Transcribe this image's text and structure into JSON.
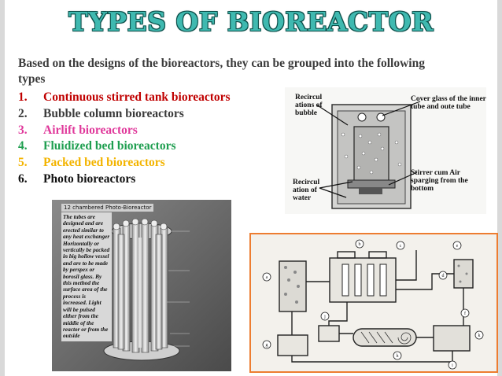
{
  "title": "TYPES OF BIOREACTOR",
  "intro": "Based on the designs of the bioreactors, they can be grouped into the following types",
  "types": [
    {
      "num": "1.",
      "label": "Continuous stirred tank bioreactors",
      "color": "#c00000"
    },
    {
      "num": "2.",
      "label": "Bubble column bioreactors",
      "color": "#3b3b3b"
    },
    {
      "num": "3.",
      "label": "Airlift bioreactors",
      "color": "#e0399b"
    },
    {
      "num": "4.",
      "label": "Fluidized bed bioreactors",
      "color": "#1e9e4f"
    },
    {
      "num": "5.",
      "label": "Packed bed bioreactors",
      "color": "#f3b400"
    },
    {
      "num": "6.",
      "label": "Photo bioreactors",
      "color": "#111111"
    }
  ],
  "figure_airlift": {
    "label_recirc_bubble": "Recircul ations of bubble",
    "label_cover_glass": "Cover glass of the inner tube and oute tube",
    "label_recirc_water": "Recircul ation of water",
    "label_stirrer": "Stirrer cum Air sparging from the bottom"
  },
  "figure_photo": {
    "title": "12 chambered Photo-Bioreactor",
    "description": "The tubes are designed and are erected similar to any heat exchanger Horizontally or vertically be packed in big hollow vessel and are to be made by perspex or borosil glass. By this method the surface area of the process is increased. Light will be pulsed either from the middle of the reactor or from the outside"
  },
  "figure_packed": {
    "marks": [
      "a",
      "b",
      "c",
      "d",
      "e",
      "f",
      "g",
      "h",
      "i",
      "j",
      "k"
    ]
  }
}
